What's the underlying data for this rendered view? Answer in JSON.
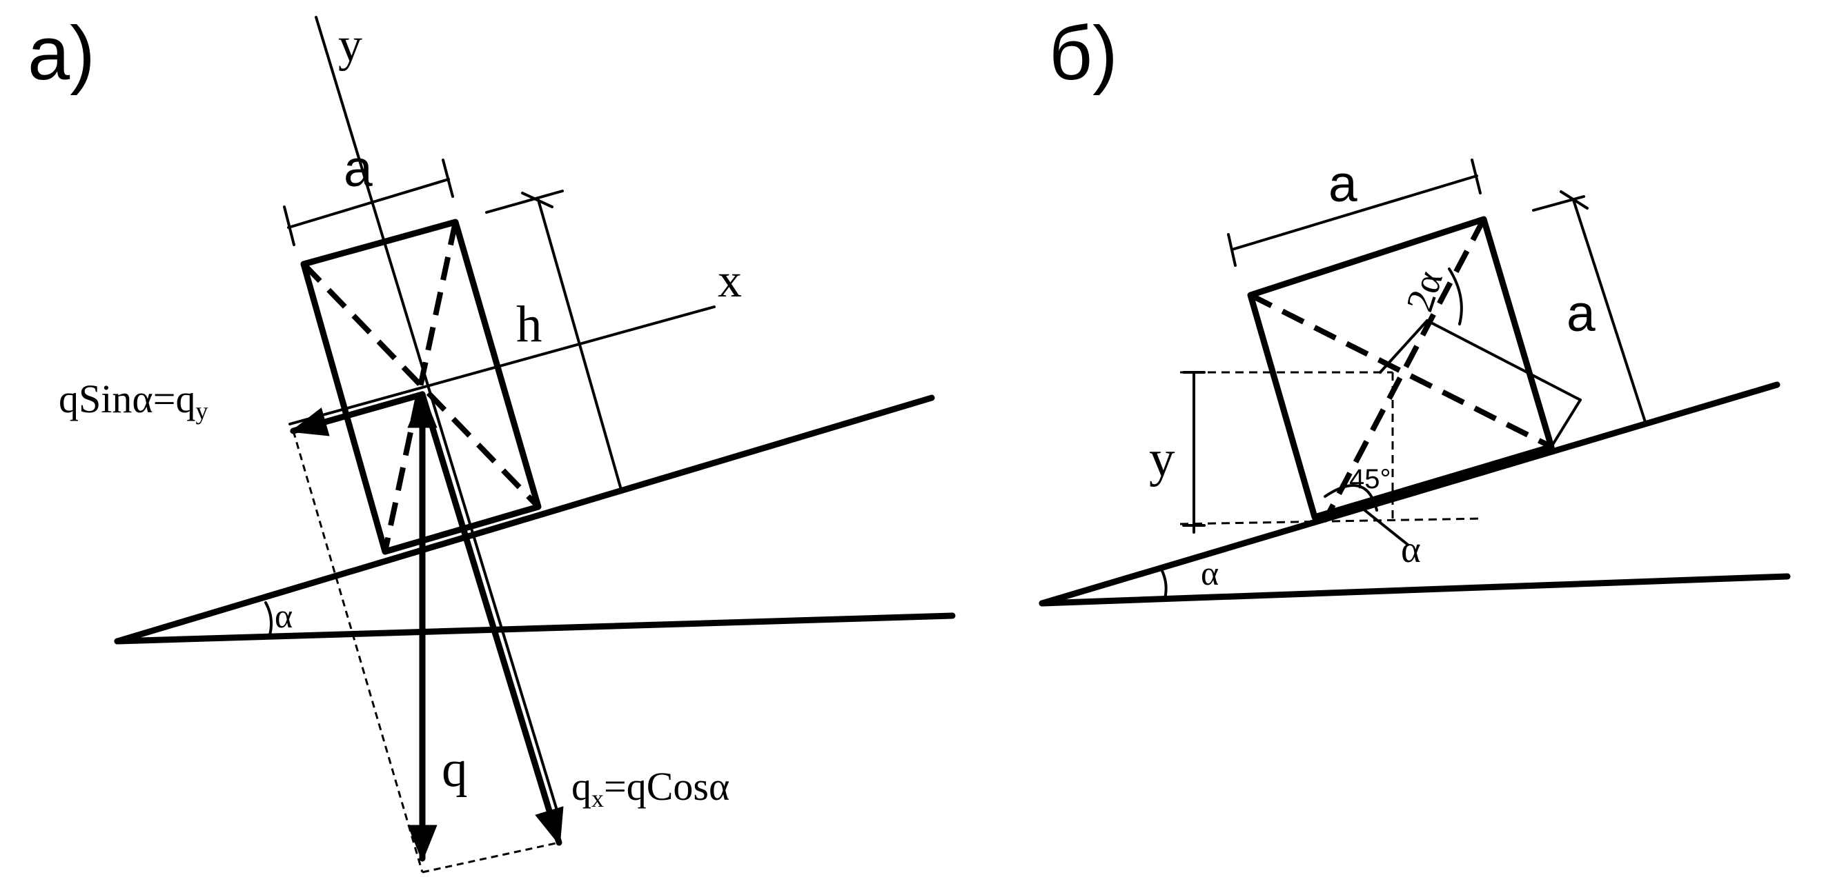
{
  "panel_a": {
    "label": "а)",
    "axis_y": "y",
    "axis_x": "x",
    "dim_a": "a",
    "dim_h": "h",
    "slope_angle": "α",
    "force_q": "q",
    "force_qy": "qSinα=q",
    "force_qy_sub": "y",
    "force_qx_pre": "q",
    "force_qx_sub": "x",
    "force_qx_post": "=qCosα"
  },
  "panel_b": {
    "label": "б)",
    "dim_a_top": "a",
    "dim_a_side": "a",
    "dim_y": "y",
    "slope_angle": "α",
    "angle_alpha": "α",
    "angle_45": "45°",
    "angle_2alpha": "2α"
  }
}
